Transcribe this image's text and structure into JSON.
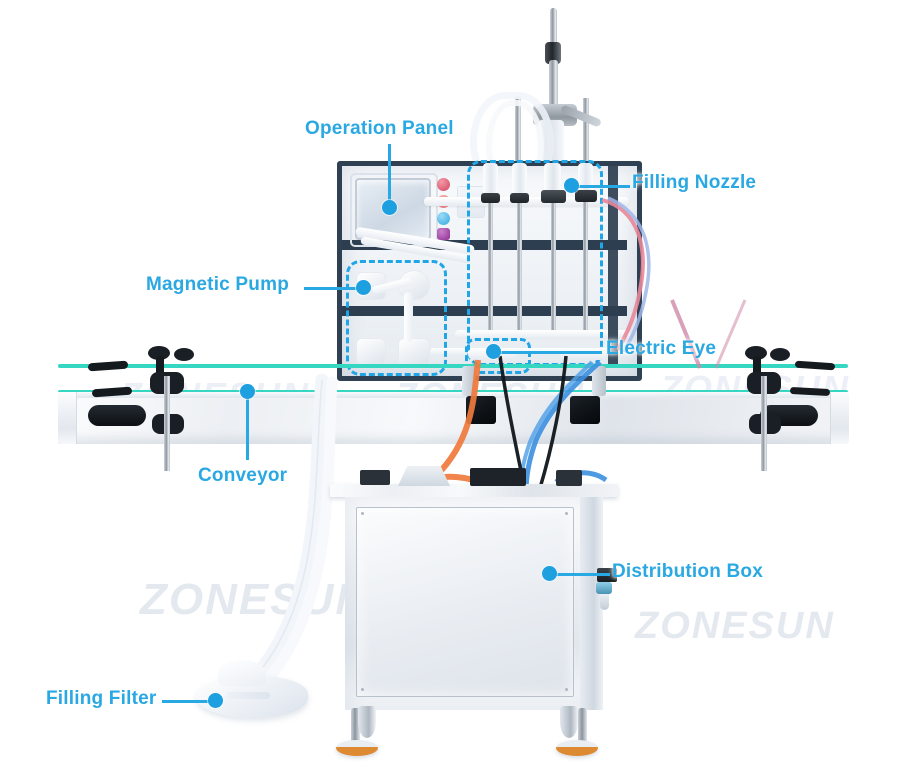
{
  "page": {
    "type": "annotated-product-photo",
    "subject": "Automatic liquid filling machine with conveyor",
    "background_color": "#ffffff",
    "accent_color": "#29a9e3",
    "label_color": "#2aa8e2",
    "highlight_box_color": "#20a6e6",
    "rail_color": "#35d6c2",
    "watermark_text": "ZONESUN",
    "watermark_color": "#e3e8f0"
  },
  "callouts": [
    {
      "id": "operation-panel",
      "label": "Operation Panel",
      "align": "center"
    },
    {
      "id": "filling-nozzle",
      "label": "Filling Nozzle",
      "align": "left"
    },
    {
      "id": "magnetic-pump",
      "label": "Magnetic Pump",
      "align": "right"
    },
    {
      "id": "electric-eye",
      "label": "Electric Eye",
      "align": "left"
    },
    {
      "id": "conveyor",
      "label": "Conveyor",
      "align": "center"
    },
    {
      "id": "distribution-box",
      "label": "Distribution Box",
      "align": "left"
    },
    {
      "id": "filling-filter",
      "label": "Filling Filter",
      "align": "right"
    }
  ],
  "watermarks": [
    {
      "text": "ZONESUN"
    },
    {
      "text": "ZONESUN"
    },
    {
      "text": "ZONESUN"
    },
    {
      "text": "ZONESUN"
    },
    {
      "text": "ZONESUN"
    },
    {
      "text": "ZONESUN"
    }
  ],
  "control_panel": {
    "screen_label": "",
    "buttons": [
      {
        "name": "emergency-button",
        "color": "#d4455f"
      },
      {
        "name": "stop-button",
        "color": "#e8706f"
      },
      {
        "name": "start-button",
        "color": "#2fa8e0"
      },
      {
        "name": "mode-button",
        "color": "#8d2f8f"
      }
    ]
  }
}
